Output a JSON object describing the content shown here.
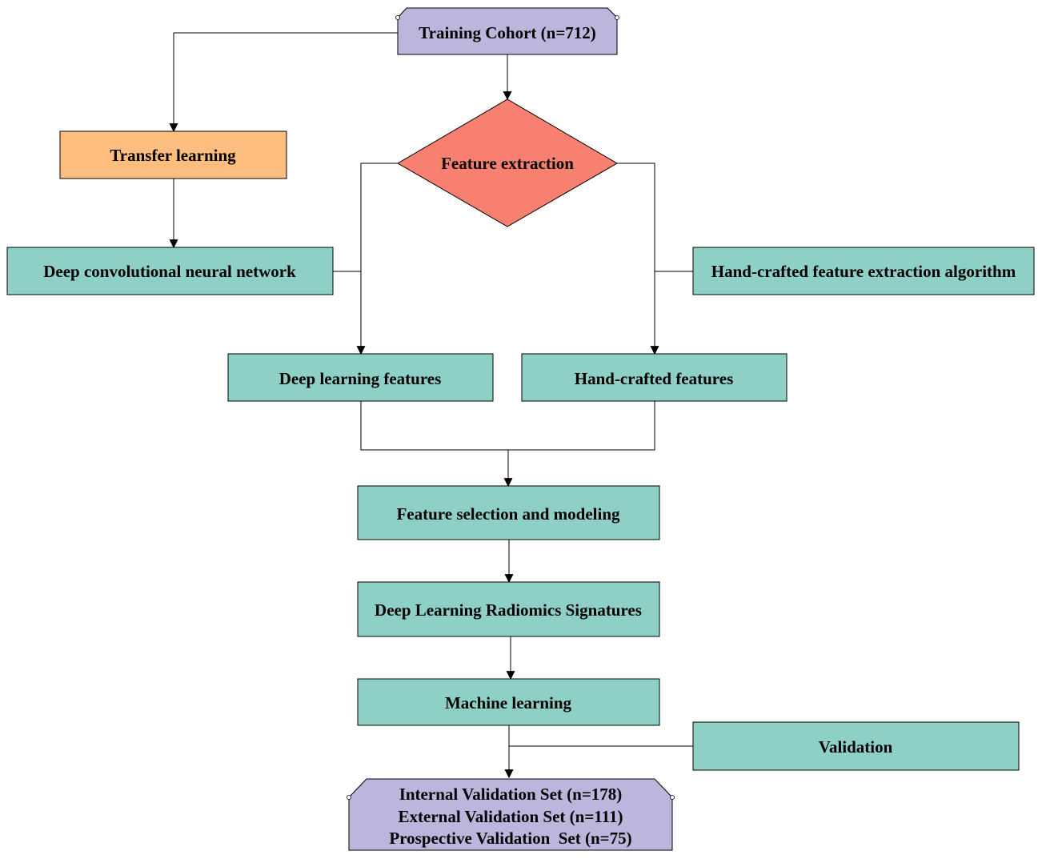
{
  "colors": {
    "teal": "#8fd0c6",
    "lavender": "#bdb6dc",
    "orange": "#fdbd7f",
    "salmon": "#f88070",
    "stroke": "#000000"
  },
  "nodes": {
    "training_cohort": "Training Cohort (n=712)",
    "transfer_learning": "Transfer learning",
    "feature_extraction": "Feature extraction",
    "deep_cnn": "Deep convolutional neural network",
    "handcrafted_algorithm": "Hand-crafted feature extraction algorithm",
    "deep_learning_features": "Deep learning features",
    "handcrafted_features": "Hand-crafted features",
    "feature_selection": "Feature selection and modeling",
    "dlr_signatures": "Deep Learning Radiomics Signatures",
    "machine_learning": "Machine learning",
    "validation": "Validation",
    "validation_sets": [
      "Internal Validation Set (n=178)",
      "External Validation Set (n=111)",
      "Prospective Validation  Set (n=75)"
    ]
  }
}
